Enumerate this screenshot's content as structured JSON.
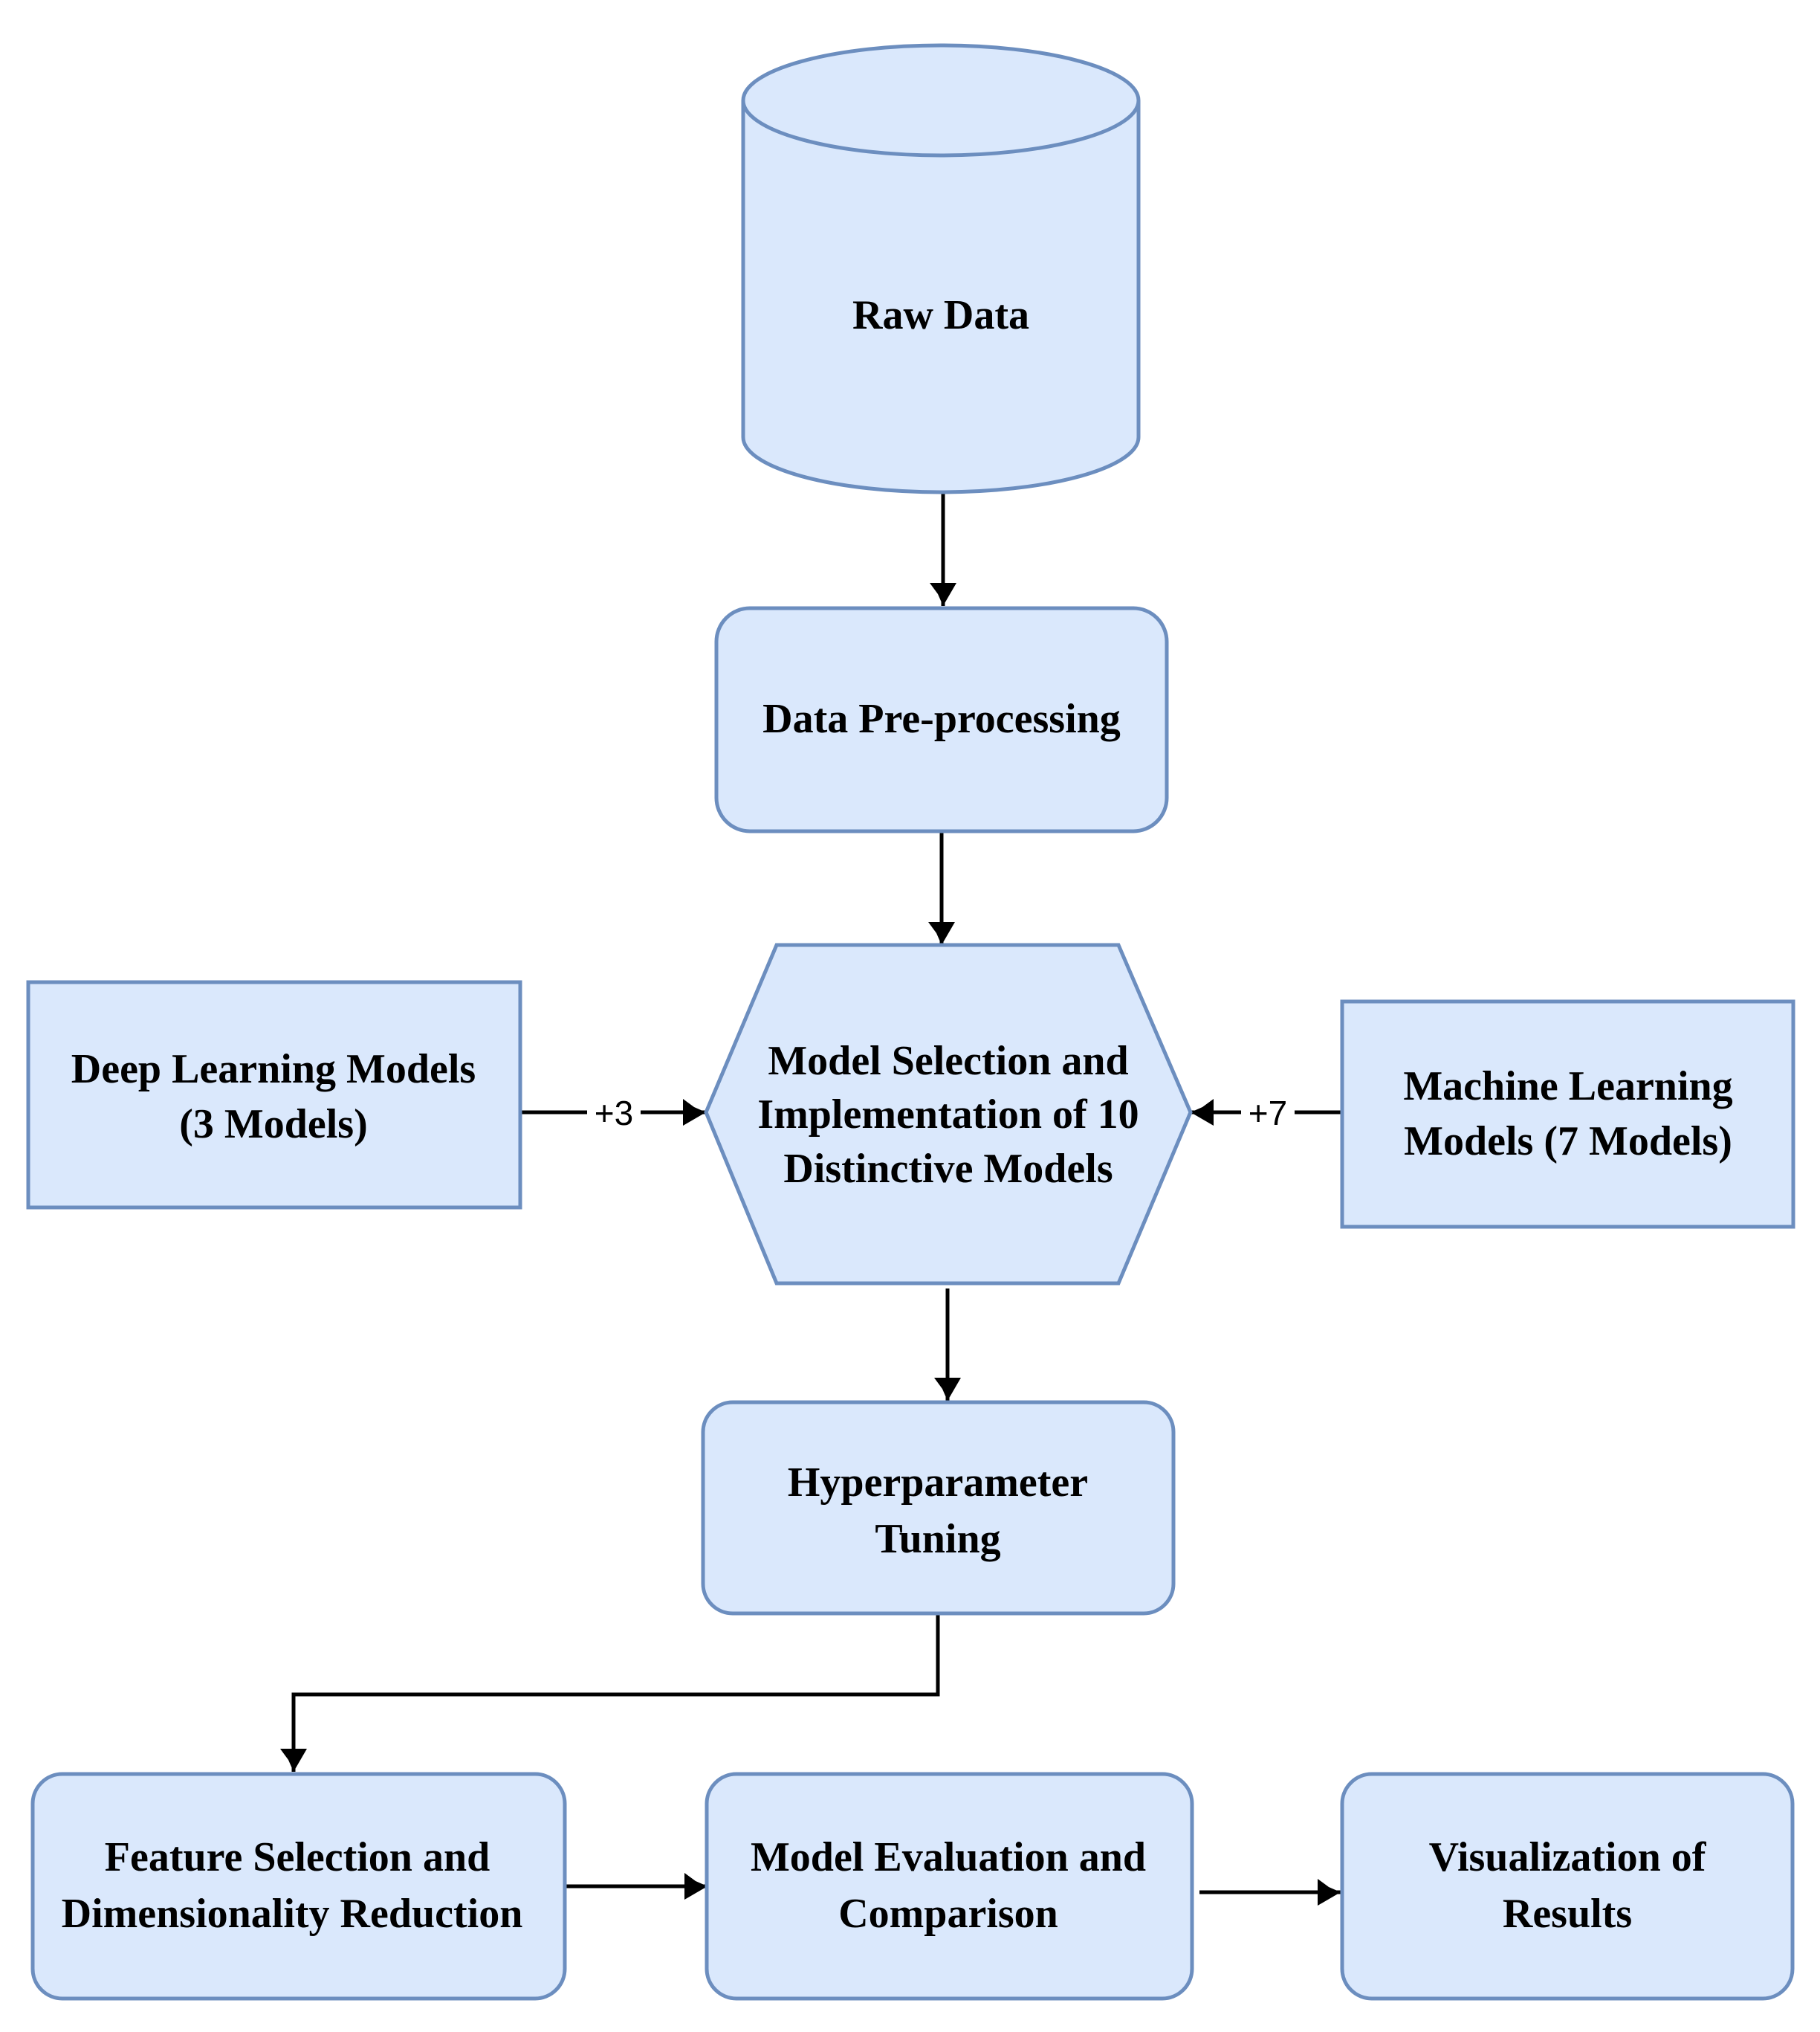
{
  "nodes": {
    "raw_data": {
      "lines": [
        "Raw Data"
      ]
    },
    "preprocessing": {
      "lines": [
        "Data Pre-processing"
      ]
    },
    "model_selection": {
      "lines": [
        "Model Selection and",
        "Implementation of 10",
        "Distinctive Models"
      ]
    },
    "deep_learning": {
      "lines": [
        "Deep Learning Models",
        "(3 Models)"
      ]
    },
    "machine_learning": {
      "lines": [
        "Machine Learning",
        "Models (7 Models)"
      ]
    },
    "hyperparameter": {
      "lines": [
        "Hyperparameter",
        "Tuning"
      ]
    },
    "feature_selection": {
      "lines": [
        "Feature Selection and",
        "Dimensionality Reduction"
      ]
    },
    "evaluation": {
      "lines": [
        "Model Evaluation and",
        "Comparison"
      ]
    },
    "visualization": {
      "lines": [
        "Visualization of",
        "Results"
      ]
    }
  },
  "edges": {
    "deep_to_selection": {
      "label": "+3"
    },
    "ml_to_selection": {
      "label": "+7"
    }
  },
  "colors": {
    "node_fill": "#dae8fc",
    "node_stroke": "#6c8ebf",
    "edge": "#000000"
  }
}
